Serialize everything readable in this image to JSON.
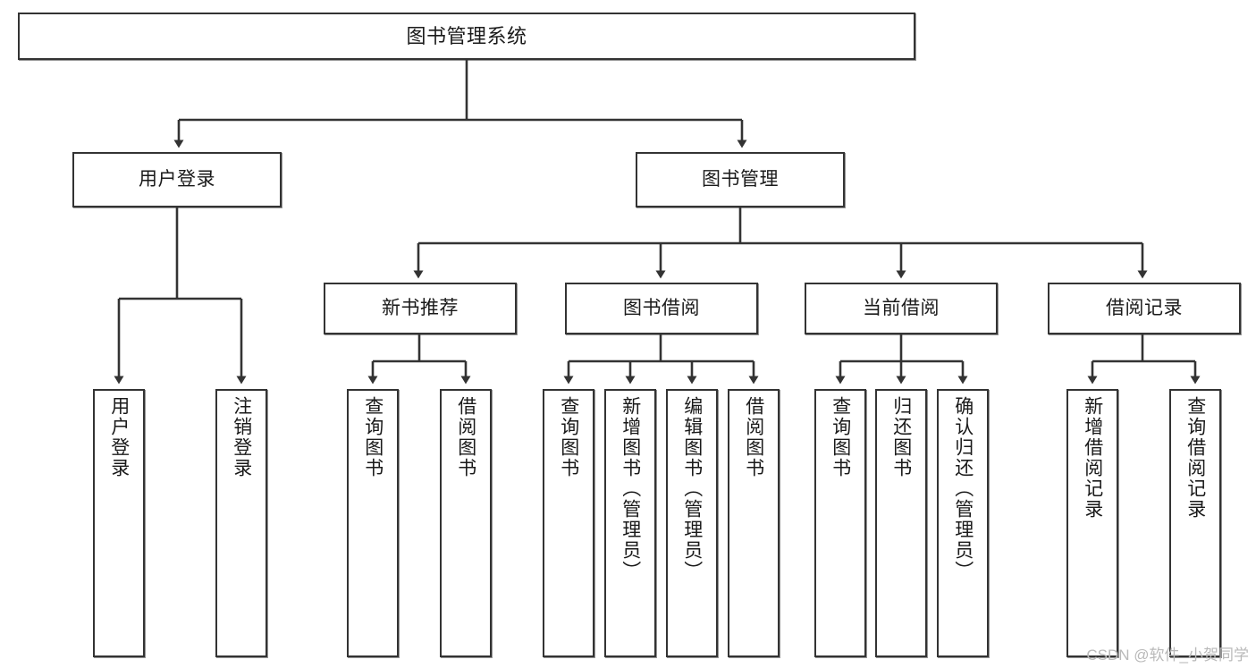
{
  "diagram": {
    "title": "图书管理系统",
    "type": "tree",
    "watermark": "CSDN @软件_小贺同学",
    "colors": {
      "border": "#333333",
      "fill": "#ffffff",
      "text": "#1a1a1a",
      "edge": "#333333",
      "watermark": "#b9b9b9"
    },
    "levels": {
      "root": {
        "label": "图书管理系统"
      },
      "level2": [
        {
          "label": "用户登录"
        },
        {
          "label": "图书管理"
        }
      ],
      "level3": [
        {
          "label": "新书推荐"
        },
        {
          "label": "图书借阅"
        },
        {
          "label": "当前借阅"
        },
        {
          "label": "借阅记录"
        }
      ],
      "leaves": [
        {
          "label": "用户登录",
          "parent": "用户登录"
        },
        {
          "label": "注销登录",
          "parent": "用户登录"
        },
        {
          "label": "查询图书",
          "parent": "新书推荐"
        },
        {
          "label": "借阅图书",
          "parent": "新书推荐"
        },
        {
          "label": "查询图书",
          "parent": "图书借阅"
        },
        {
          "label": "新增图书（管理员）",
          "parent": "图书借阅"
        },
        {
          "label": "编辑图书（管理员）",
          "parent": "图书借阅"
        },
        {
          "label": "借阅图书",
          "parent": "图书借阅"
        },
        {
          "label": "查询图书",
          "parent": "当前借阅"
        },
        {
          "label": "归还图书",
          "parent": "当前借阅"
        },
        {
          "label": "确认归还（管理员）",
          "parent": "当前借阅"
        },
        {
          "label": "新增借阅记录",
          "parent": "借阅记录"
        },
        {
          "label": "查询借阅记录",
          "parent": "借阅记录"
        }
      ]
    }
  }
}
